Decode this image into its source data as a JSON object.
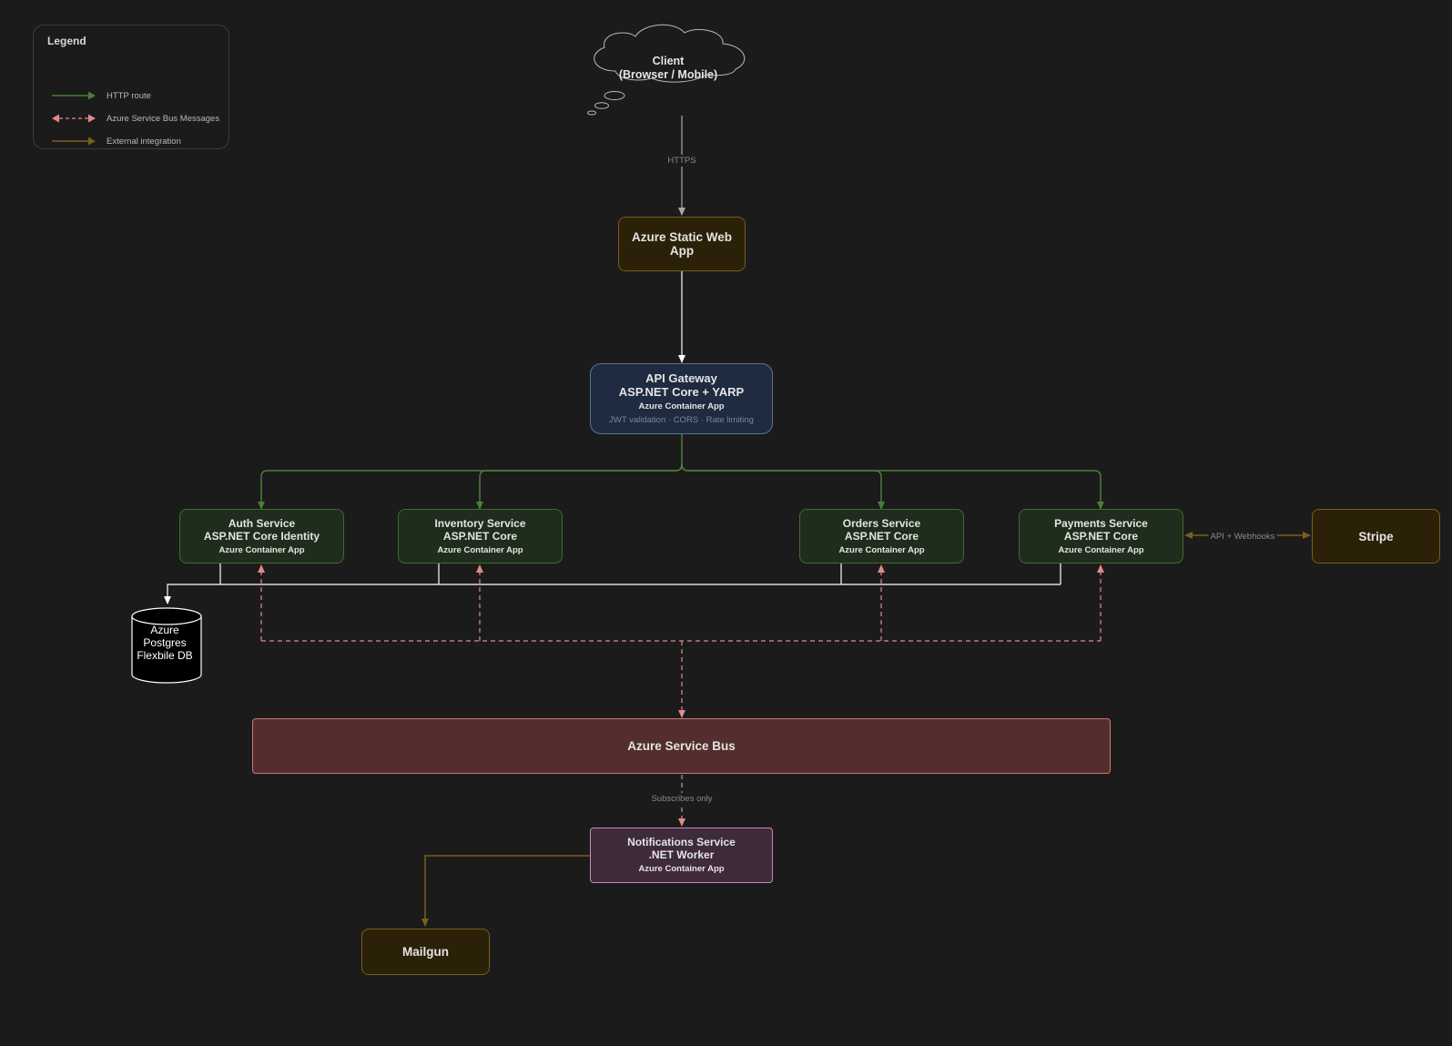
{
  "legend": {
    "title": "Legend",
    "items": [
      {
        "label": "HTTP route",
        "color": "#4a7f3a",
        "style": "solid"
      },
      {
        "label": "Azure Service Bus Messages",
        "color": "#e08a8a",
        "style": "dashed"
      },
      {
        "label": "External integration",
        "color": "#7a5f1a",
        "style": "solid"
      }
    ]
  },
  "client": {
    "line1": "Client",
    "line2": "(Browser / Mobile)"
  },
  "edges": {
    "https": "HTTPS",
    "stripe": "API + Webhooks",
    "subscribes": "Subscribes only"
  },
  "static_web_app": {
    "title": "Azure Static Web App"
  },
  "gateway": {
    "title": "API Gateway",
    "subtitle": "ASP.NET Core + YARP",
    "host": "Azure Container App",
    "note": "JWT validation · CORS · Rate limiting"
  },
  "services": [
    {
      "title": "Auth Service",
      "subtitle": "ASP.NET Core Identity",
      "host": "Azure Container App"
    },
    {
      "title": "Inventory Service",
      "subtitle": "ASP.NET Core",
      "host": "Azure Container App"
    },
    {
      "title": "Orders Service",
      "subtitle": "ASP.NET Core",
      "host": "Azure Container App"
    },
    {
      "title": "Payments Service",
      "subtitle": "ASP.NET Core",
      "host": "Azure Container App"
    }
  ],
  "stripe": {
    "title": "Stripe"
  },
  "database": {
    "line1": "Azure",
    "line2": "Postgres",
    "line3": "Flexbile DB"
  },
  "service_bus": {
    "title": "Azure Service Bus"
  },
  "notifications": {
    "title": "Notifications Service",
    "subtitle": ".NET Worker",
    "host": "Azure Container App"
  },
  "mailgun": {
    "title": "Mailgun"
  },
  "colors": {
    "background": "#1b1b1b",
    "http_route": "#4a7f3a",
    "bus_message": "#e08a8a",
    "external": "#7a5f1a"
  }
}
